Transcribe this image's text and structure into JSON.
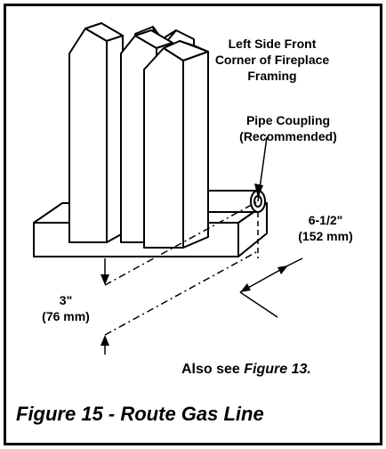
{
  "labels": {
    "corner_line1": "Left Side Front",
    "corner_line2": "Corner of Fireplace",
    "corner_line3": "Framing",
    "coupling_line1": "Pipe Coupling",
    "coupling_line2": "(Recommended)",
    "depth_line1": "6-1/2\"",
    "depth_line2": "(152 mm)",
    "height_line1": "3\"",
    "height_line2": "(76 mm)"
  },
  "also_see": {
    "prefix": "Also see ",
    "ref": "Figure 13."
  },
  "caption": "Figure 15  - Route Gas Line"
}
